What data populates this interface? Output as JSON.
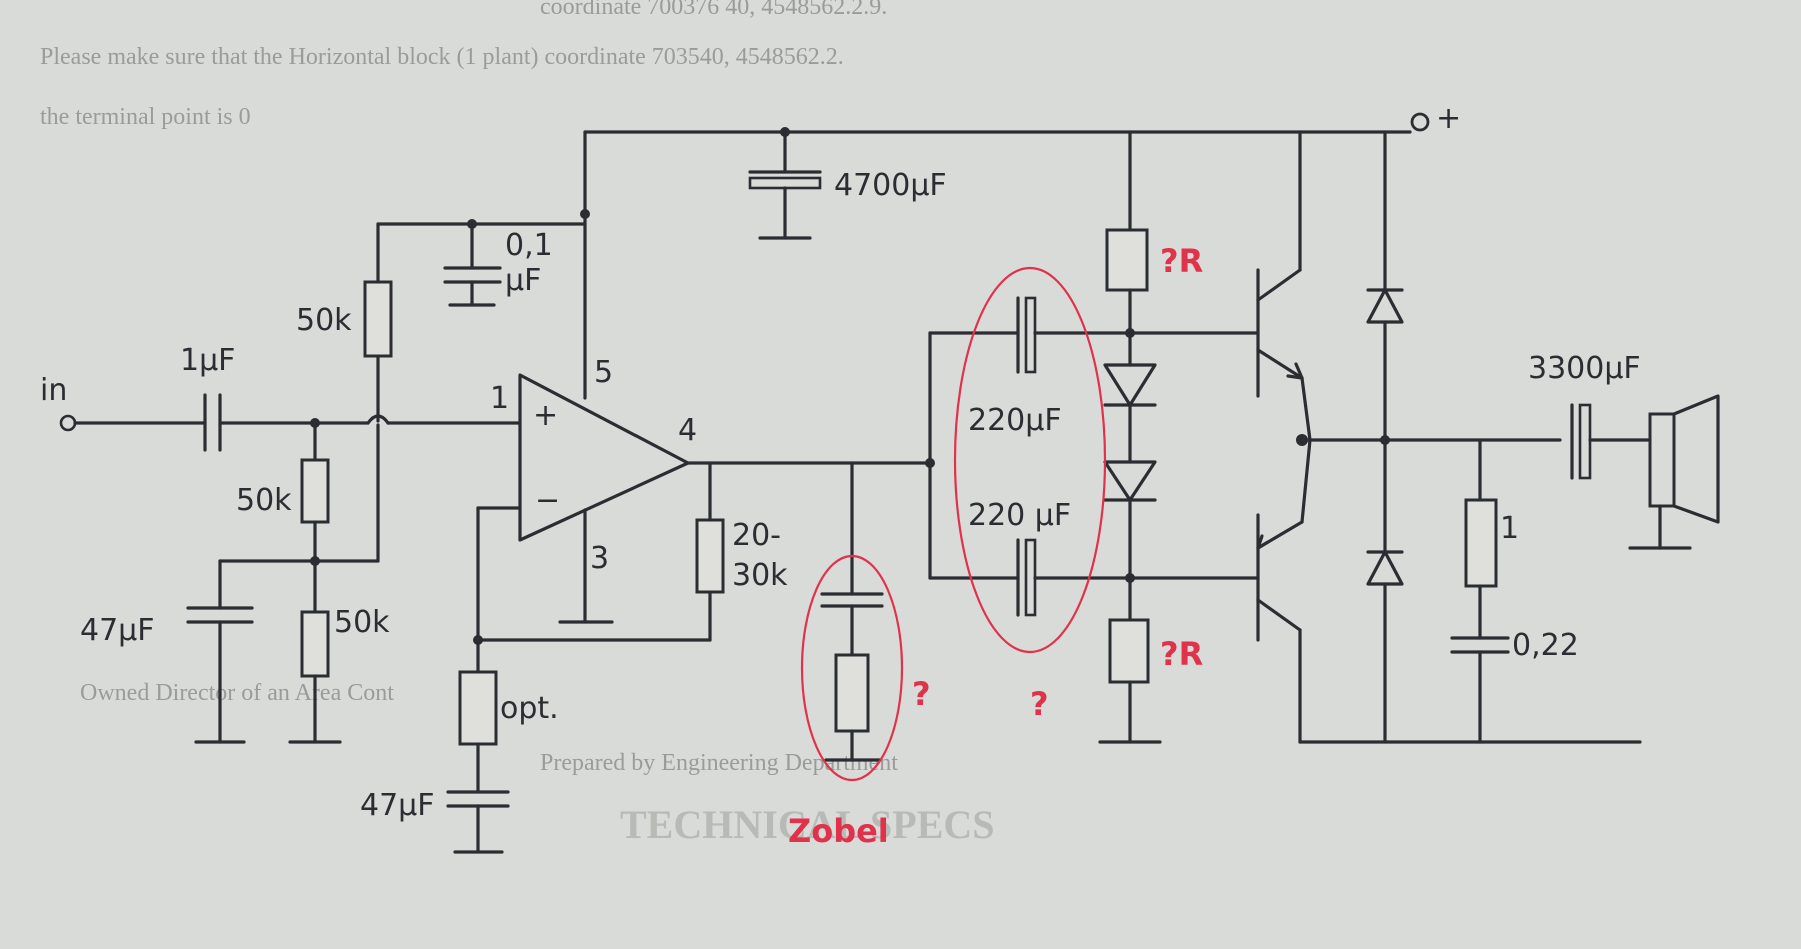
{
  "background_text": {
    "top_line_1": "coordinate 700376 40, 4548562.2.9.",
    "top_line_2": "Please make sure that the Horizontal block (1 plant) coordinate 703540, 4548562.2.",
    "top_line_3": "the terminal point is 0",
    "middle_line_1": "Owned Director of an Area Cont",
    "middle_line_2": "Prepared by Engineering Department",
    "bottom_heading": "TECHNICAL SPECS"
  },
  "labels": {
    "input": "in",
    "supply_plus": "+",
    "c_in": "1μF",
    "c_decoupling": "0,1\nμF",
    "c_bulk": "4700μF",
    "r_bias_top": "50k",
    "r_bias_mid": "50k",
    "r_bias_bot": "50k",
    "c_bias_filter": "47μF",
    "r_feedback": "20-\n30k",
    "r_opt": "opt.",
    "c_feedback": "47μF",
    "pin_1": "1",
    "pin_4": "4",
    "pin_5": "5",
    "pin_3": "3",
    "opamp_plus": "+",
    "opamp_minus": "−",
    "c_boot_1": "220μF",
    "c_boot_2": "220 μF",
    "c_output": "3300μF",
    "r_zobel_out": "1",
    "c_zobel_out": "0,22"
  },
  "annotations": {
    "r_top_question": "?R",
    "r_bottom_question": "?R",
    "zobel_question": "?",
    "caps_question": "?",
    "zobel_label": "Zobel"
  },
  "colors": {
    "ink": "#2b2d33",
    "annotation_red": "#e0324b",
    "paper": "#d9dbd8"
  }
}
